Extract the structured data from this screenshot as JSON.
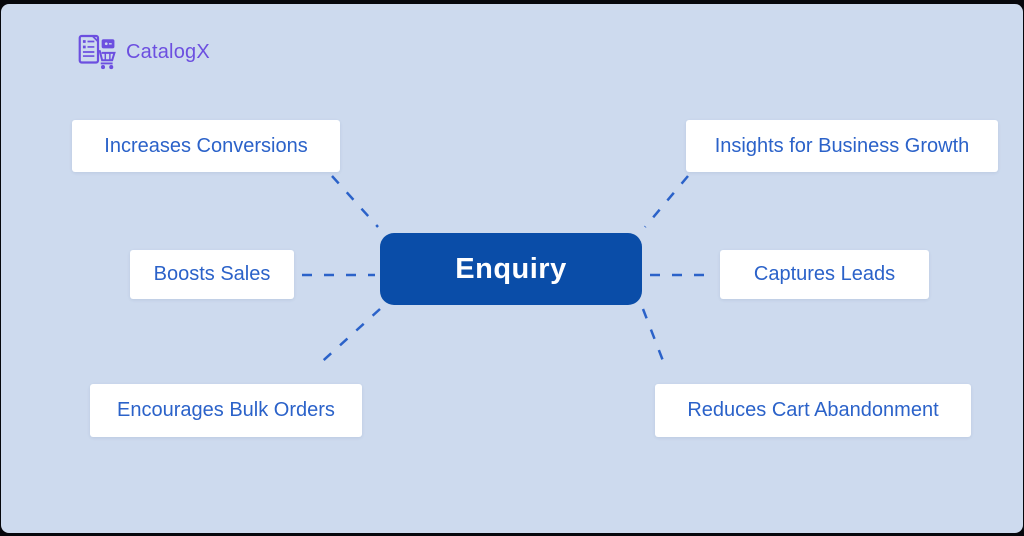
{
  "page": {
    "background_color": "#CDDAEE",
    "frame_color": "#06070C"
  },
  "logo": {
    "text": "CatalogX",
    "color": "#6C4FE0",
    "icon": "catalog-document-cart-icon"
  },
  "diagram": {
    "center": {
      "label": "Enquiry",
      "bg_color": "#0A4DA8",
      "text_color": "#FFFFFF"
    },
    "nodes": [
      {
        "id": "increases-conversions",
        "label": "Increases Conversions",
        "position": "top-left"
      },
      {
        "id": "insights-for-business-growth",
        "label": "Insights for Business Growth",
        "position": "top-right"
      },
      {
        "id": "boosts-sales",
        "label": "Boosts Sales",
        "position": "middle-left"
      },
      {
        "id": "captures-leads",
        "label": "Captures Leads",
        "position": "middle-right"
      },
      {
        "id": "encourages-bulk-orders",
        "label": "Encourages Bulk Orders",
        "position": "bottom-left"
      },
      {
        "id": "reduces-cart-abandonment",
        "label": "Reduces Cart Abandonment",
        "position": "bottom-right"
      }
    ],
    "colors": {
      "node_bg": "#FFFFFF",
      "node_text": "#2B62C9",
      "connector": "#2B62C9"
    },
    "connector_style": "dashed"
  }
}
